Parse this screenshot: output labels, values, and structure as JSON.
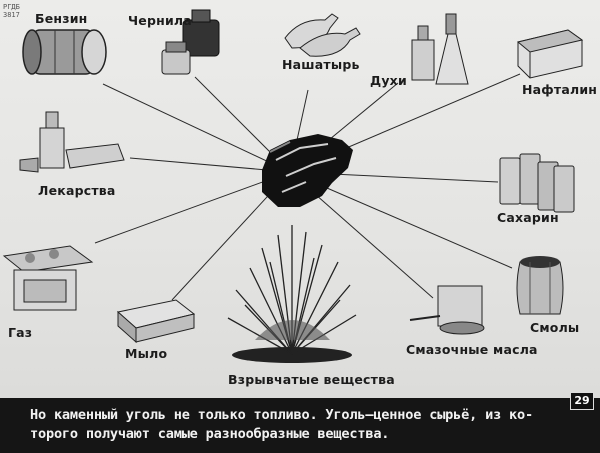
{
  "slide": {
    "archive_stamp": "РГДБ 3817",
    "frame_number": "29"
  },
  "labels": {
    "benzin": "Бензин",
    "chernila": "Чернила",
    "nashatyr": "Нашатырь",
    "dukhi": "Духи",
    "naftalin": "Нафталин",
    "lekarstva": "Лекарства",
    "sakharin": "Сахарин",
    "gaz": "Газ",
    "mylo": "Мыло",
    "vzryvchatye": "Взрывчатые вещества",
    "smazochnye": "Смазочные масла",
    "smoly": "Смолы"
  },
  "caption": {
    "line1": "Но каменный уголь не только топливо. Уголь–ценное сырьё, из ко-",
    "line2": "торого получают самые разнообразные вещества."
  },
  "icons": {
    "center": "coal-lump-icon",
    "gasoline": "barrel-icon",
    "ink": "inkwell-icon",
    "ammonia": "ampoules-icon",
    "perfume": "perfume-bottles-icon",
    "naphthalene": "box-icon",
    "medicines": "medicine-bottle-icon",
    "saccharin": "jars-icon",
    "gas": "gas-stove-icon",
    "soap": "soap-bar-icon",
    "explosives": "explosion-icon",
    "lubricants": "oil-can-icon",
    "resins": "wooden-barrel-icon"
  }
}
